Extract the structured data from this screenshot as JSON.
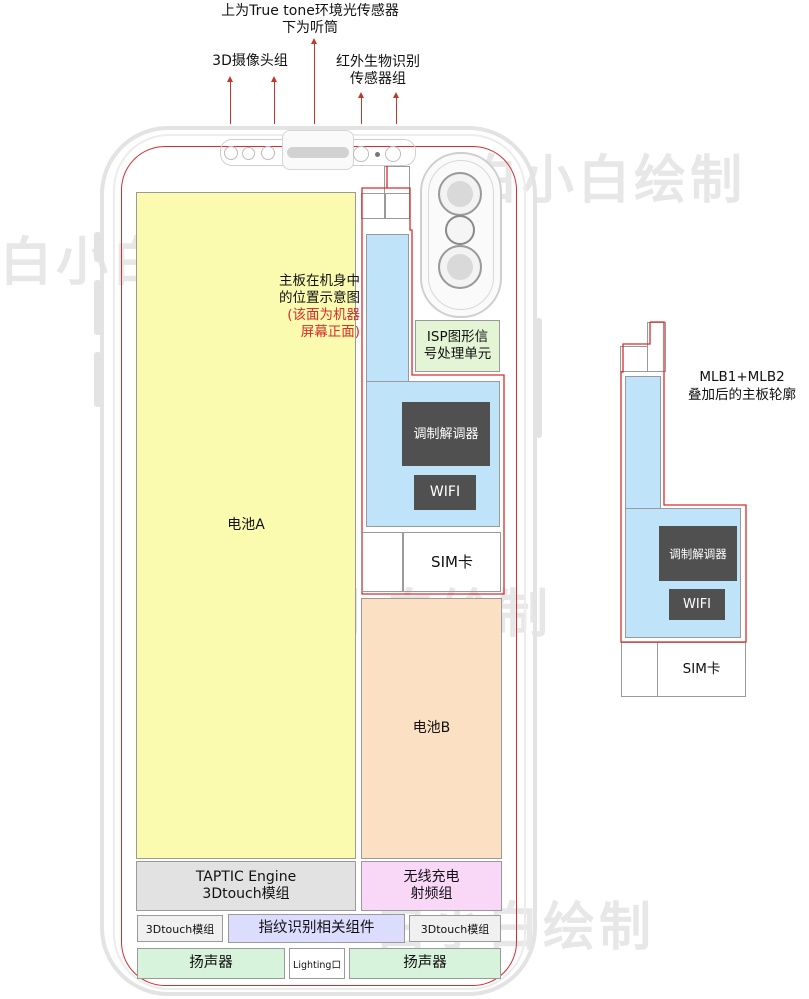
{
  "top_labels": {
    "sensor_line1": "上为True tone环境光传感器",
    "sensor_line2": "下为听筒",
    "camera": "3D摄像头组",
    "ir_line1": "红外生物识别",
    "ir_line2": "传感器组"
  },
  "board_note": {
    "line1": "主板在机身中",
    "line2": "的位置示意图",
    "line3": "(该面为机器",
    "line4": "屏幕正面)"
  },
  "components": {
    "battery_a": "电池A",
    "battery_b": "电池B",
    "isp_line1": "ISP图形信",
    "isp_line2": "号处理单元",
    "modem": "调制解调器",
    "wifi": "WIFI",
    "sim": "SIM卡",
    "taptic_line1": "TAPTIC Engine",
    "taptic_line2": "3Dtouch模组",
    "wireless_line1": "无线充电",
    "wireless_line2": "射频组",
    "touch_left": "3Dtouch模组",
    "fingerprint": "指纹识别相关组件",
    "touch_right": "3Dtouch模组",
    "speaker_left": "扬声器",
    "lightning": "Lighting口",
    "speaker_right": "扬声器"
  },
  "side_board": {
    "title_line1": "MLB1+MLB2",
    "title_line2": "叠加后的主板轮廓",
    "modem": "调制解调器",
    "wifi": "WIFI",
    "sim": "SIM卡"
  },
  "watermark": "白小白绘制",
  "colors": {
    "battery_a": "#fbfbb0",
    "battery_b": "#fce0c4",
    "board_blue": "#bfe3f8",
    "isp_green": "#e4f5d6",
    "taptic_gray": "#e2e2e2",
    "wireless_pink": "#f9d7f6",
    "fingerprint_purple": "#dcdcff",
    "speaker_green": "#d8f3dc",
    "outline_red": "#d62d2d"
  }
}
